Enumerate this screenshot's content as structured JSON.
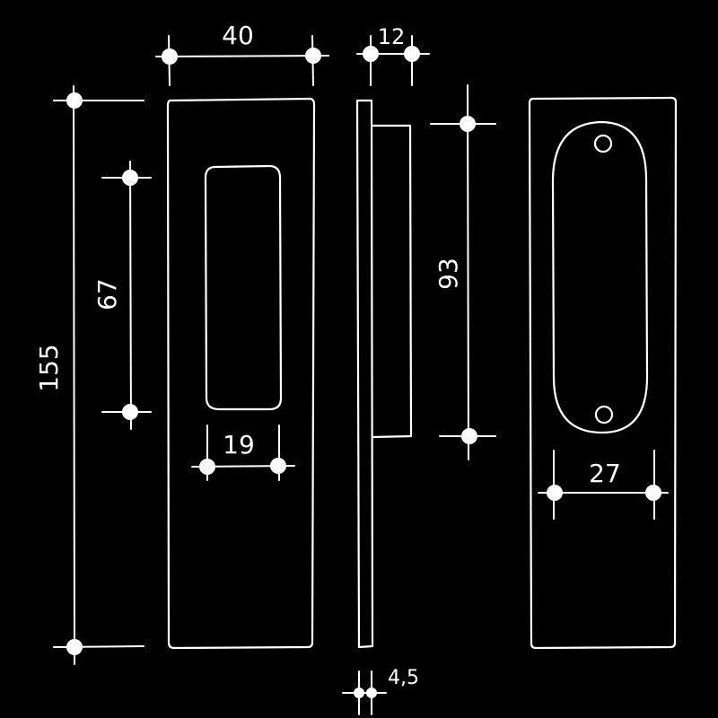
{
  "drawing": {
    "background": "#000000",
    "line_color": "#ffffff",
    "dimensions": {
      "plate_width": "40",
      "plate_height": "155",
      "recess_height": "67",
      "recess_width": "19",
      "profile_depth": "12",
      "profile_thickness": "4,5",
      "back_height": "93",
      "back_width": "27"
    }
  }
}
